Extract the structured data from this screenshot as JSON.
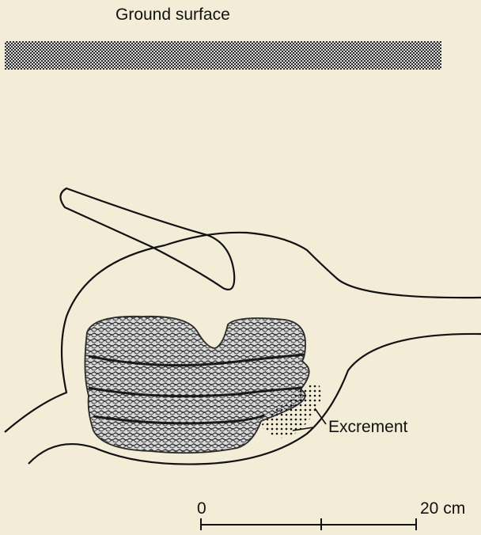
{
  "diagram": {
    "ground_label": "Ground surface",
    "excrement_label": "Excrement",
    "scale": {
      "start": "0",
      "end": "20 cm"
    },
    "colors": {
      "background": "#f3ecd6",
      "ink": "#111111",
      "nest_dark": "#3c3c3c",
      "nest_light": "#d8d8d8"
    }
  }
}
